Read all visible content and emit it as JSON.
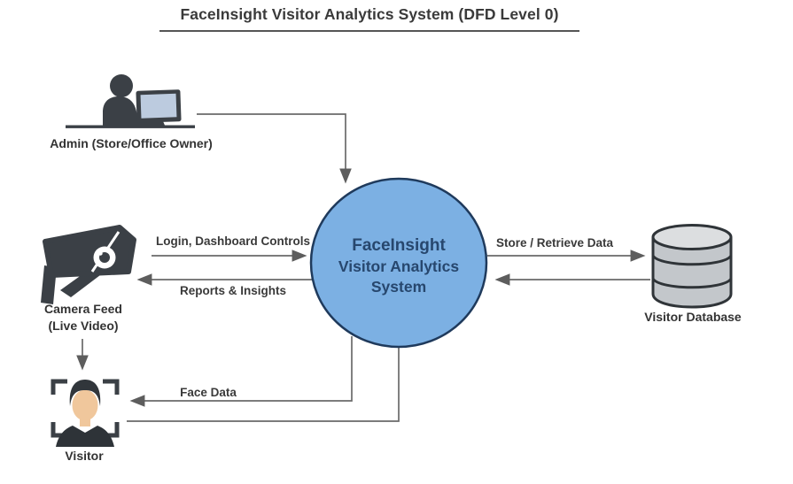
{
  "title": "FaceInsight Visitor Analytics System (DFD Level 0)",
  "process": {
    "line1": "FaceInsight",
    "line2": "Visitor Analytics",
    "line3": "System"
  },
  "entities": {
    "admin": {
      "label": "Admin (Store/Office Owner)"
    },
    "camera": {
      "label_line1": "Camera Feed",
      "label_line2": "(Live Video)"
    },
    "visitor": {
      "label": "Visitor"
    },
    "database": {
      "label": "Visitor Database"
    }
  },
  "flows": {
    "login": {
      "label": "Login, Dashboard Controls"
    },
    "reports": {
      "label": "Reports & Insights"
    },
    "store": {
      "label": "Store / Retrieve Data"
    },
    "face_data": {
      "label": "Face Data"
    }
  },
  "colors": {
    "system_fill": "#7cb0e3",
    "system_border": "#1f3a5c",
    "system_text": "#27476e",
    "arrow": "#666666",
    "icon_dark": "#3b4046",
    "label_text": "#333333",
    "database_fill": "#c3c7cb",
    "database_top": "#dcdee0",
    "monitor_screen": "#bccbdf",
    "skin": "#f0c79c"
  }
}
